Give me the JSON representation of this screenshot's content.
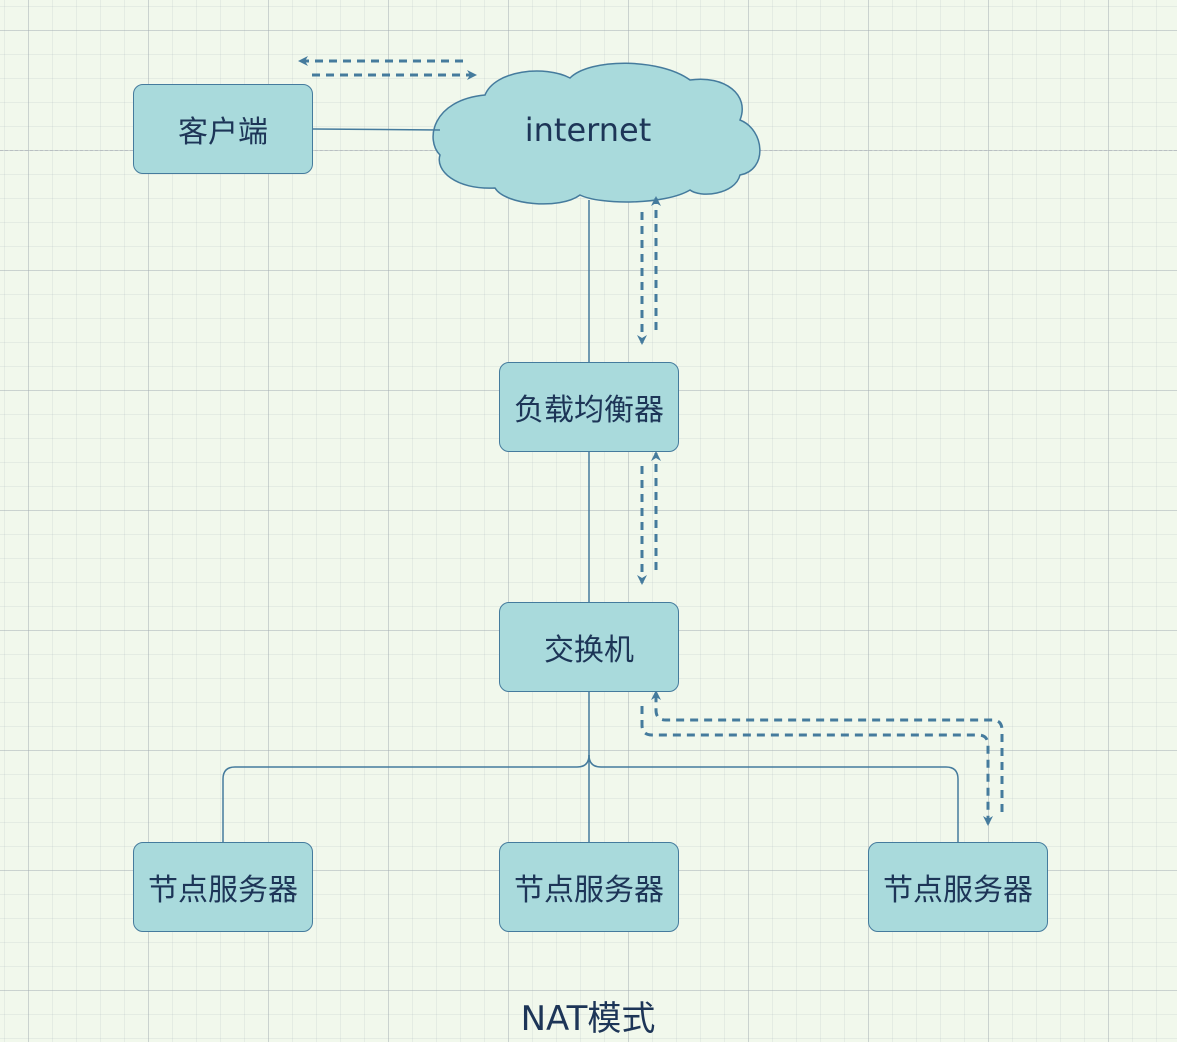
{
  "diagram": {
    "caption": "NAT模式",
    "cloud_label": "internet",
    "nodes": {
      "client": "客户端",
      "load_balancer": "负载均衡器",
      "switch": "交换机",
      "server_1": "节点服务器",
      "server_2": "节点服务器",
      "server_3": "节点服务器"
    },
    "colors": {
      "node_fill": "#a9dadc",
      "node_border": "#457b9d",
      "text": "#1d3557",
      "line": "#457b9d",
      "flow_arrow": "#457b9d",
      "background": "#f1f8ec"
    }
  }
}
